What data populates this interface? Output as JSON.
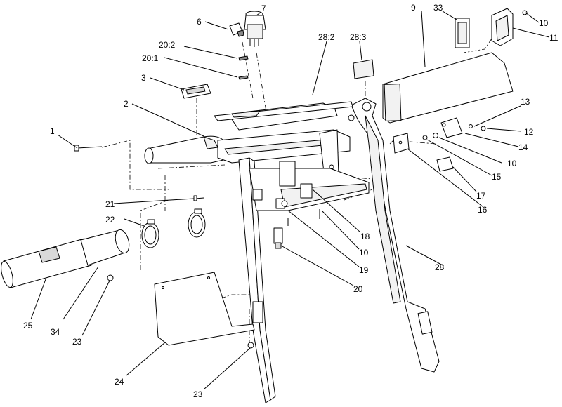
{
  "callouts": {
    "c1": "1",
    "c2": "2",
    "c3": "3",
    "c6": "6",
    "c7": "7",
    "c9": "9",
    "c10a": "10",
    "c10b": "10",
    "c10c": "10",
    "c11": "11",
    "c12": "12",
    "c13": "13",
    "c14": "14",
    "c15": "15",
    "c16": "16",
    "c17": "17",
    "c18": "18",
    "c19": "19",
    "c20": "20",
    "c20_1": "20:1",
    "c20_2": "20:2",
    "c21": "21",
    "c22": "22",
    "c23a": "23",
    "c23b": "23",
    "c24": "24",
    "c25": "25",
    "c28": "28",
    "c28_2": "28:2",
    "c28_3": "28:3",
    "c33": "33",
    "c34": "34"
  }
}
